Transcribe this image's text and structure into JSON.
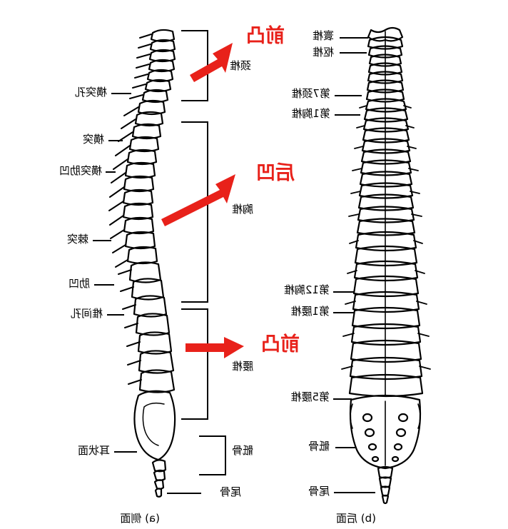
{
  "figure": {
    "title_note": "Vertebral column anatomy diagram (image content is mirrored)",
    "accent_color": "#e8211a",
    "line_color": "#000000",
    "background": "#ffffff"
  },
  "panels": [
    {
      "id": "posterior-view",
      "caption": "(b) 后面",
      "labels": [
        {
          "name": "atlas",
          "text": "寰椎"
        },
        {
          "name": "axis",
          "text": "枢椎"
        },
        {
          "name": "cervical-7",
          "text": "第7颈椎"
        },
        {
          "name": "thoracic-1",
          "text": "第1胸椎"
        },
        {
          "name": "thoracic-12",
          "text": "第12胸椎"
        },
        {
          "name": "lumbar-1",
          "text": "第1腰椎"
        },
        {
          "name": "lumbar-5",
          "text": "第5腰椎"
        },
        {
          "name": "sacrum",
          "text": "骶骨"
        },
        {
          "name": "coccyx",
          "text": "尾骨"
        }
      ]
    },
    {
      "id": "lateral-view",
      "caption": "(a) 侧面",
      "region_labels": [
        {
          "name": "cervical-region",
          "text": "颈椎"
        },
        {
          "name": "thoracic-region",
          "text": "胸椎"
        },
        {
          "name": "lumbar-region",
          "text": "腰椎"
        },
        {
          "name": "sacrum-region",
          "text": "骶骨"
        },
        {
          "name": "coccyx-region",
          "text": "尾骨"
        }
      ],
      "detail_labels": [
        {
          "name": "transverse-foramen",
          "text": "横突孔"
        },
        {
          "name": "transverse-process",
          "text": "横突"
        },
        {
          "name": "transverse-costal-facet",
          "text": "横突肋凹"
        },
        {
          "name": "spinous-process",
          "text": "棘突"
        },
        {
          "name": "costal-facet",
          "text": "肋凹"
        },
        {
          "name": "intervertebral-foramen",
          "text": "椎间孔"
        },
        {
          "name": "auricular-surface",
          "text": "耳状面"
        }
      ],
      "curvature_annotations": [
        {
          "name": "cervical-lordosis",
          "text": "前凸"
        },
        {
          "name": "thoracic-kyphosis",
          "text": "后凹"
        },
        {
          "name": "lumbar-lordosis",
          "text": "前凸"
        }
      ]
    }
  ]
}
